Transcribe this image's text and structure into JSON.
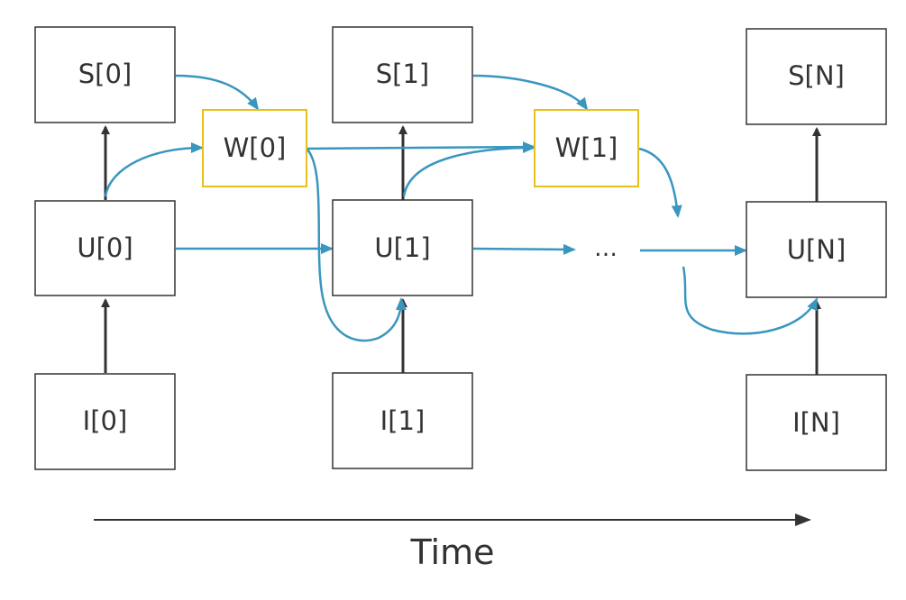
{
  "nodes": {
    "s0": "S[0]",
    "s1": "S[1]",
    "sn": "S[N]",
    "w0": "W[0]",
    "w1": "W[1]",
    "u0": "U[0]",
    "u1": "U[1]",
    "un": "U[N]",
    "i0": "I[0]",
    "i1": "I[1]",
    "in": "I[N]"
  },
  "ellipsis": "…",
  "axis": {
    "label": "Time"
  },
  "colors": {
    "state_border": "#333333",
    "weight_border": "#e8c01a",
    "blue_edge": "#3a96bf",
    "black_edge": "#333333"
  }
}
